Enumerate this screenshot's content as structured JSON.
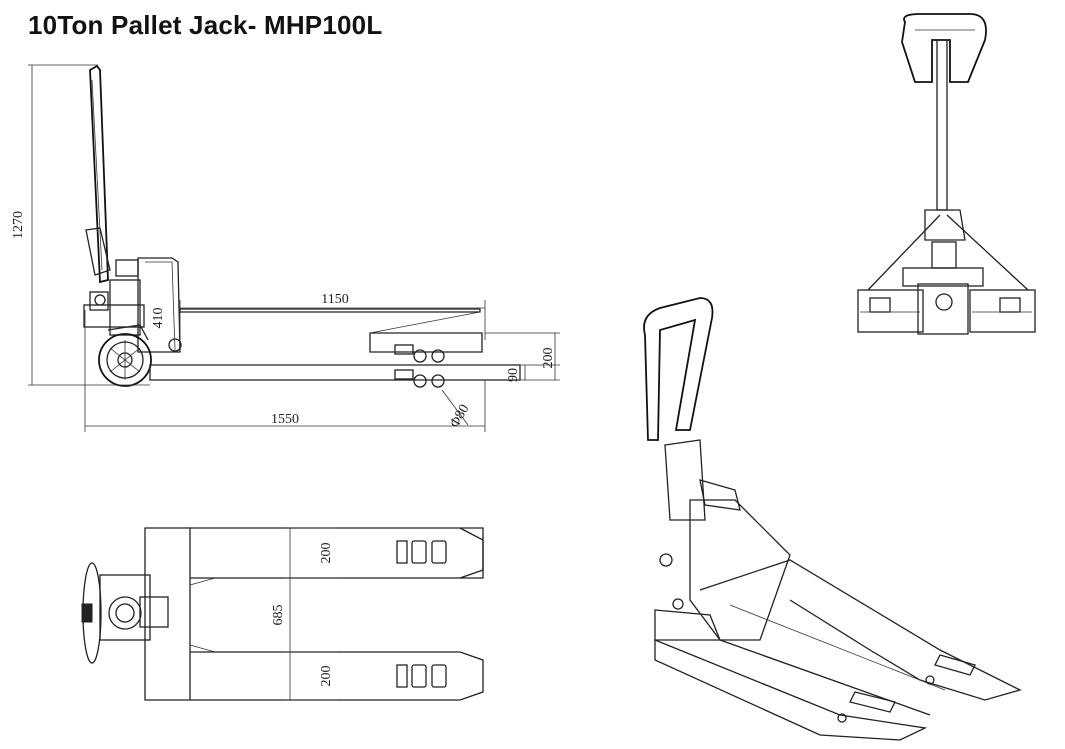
{
  "title": "10Ton Pallet Jack- MHP100L",
  "side_view": {
    "dim_height": "1270",
    "dim_lift": "410",
    "dim_fork_length": "1150",
    "dim_fork_max": "200",
    "dim_fork_min": "90",
    "dim_overall_length": "1550",
    "dim_roller_dia": "Φ80"
  },
  "top_view": {
    "dim_fork_width_upper": "200",
    "dim_between_forks": "685",
    "dim_fork_width_lower": "200"
  }
}
